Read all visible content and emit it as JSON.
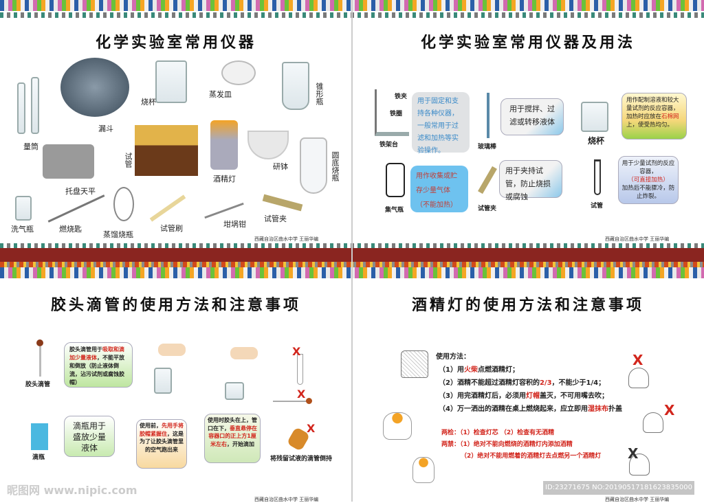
{
  "panel1": {
    "title": "化学实验室常用仪器",
    "labels": {
      "liangtong": "量筒",
      "loudou": "漏斗",
      "shaobei": "烧杯",
      "zhengfamin": "蒸发皿",
      "zhuixingping": "锥形瓶",
      "tuopan": "托盘天平",
      "shiguan": "试管",
      "jiujingdeng": "酒精灯",
      "yanbo": "研钵",
      "yuandi": "圆底烧瓶",
      "xiqiping": "洗气瓶",
      "ranshaochi": "燃烧匙",
      "zhengliu": "蒸馏烧瓶",
      "shiguanshua": "试管刷",
      "ganguoqian": "坩埚钳",
      "shiguanjia": "试管夹"
    },
    "credit": "西藏自治区曲水中学 王丽华编"
  },
  "panel2": {
    "title": "化学实验室常用仪器及用法",
    "tiejia": {
      "clip": "铁夹",
      "ring": "铁圈",
      "name": "铁架台",
      "desc": "用于固定和支持各种仪器，一般常用于过滤和加热等实验操作。"
    },
    "boli": {
      "name": "玻璃棒",
      "desc": "用于搅拌、过滤或转移液体"
    },
    "shaobei": {
      "name": "烧杯",
      "desc1": "用作配制溶液和较大量试剂的反应容器，加热时应放在",
      "red": "石棉网",
      "desc2": "上，使受热均匀。"
    },
    "jiqi": {
      "name": "集气瓶",
      "desc": "用作收集或贮存少量气体",
      "note": "（不能加热）"
    },
    "jia": {
      "name": "试管夹",
      "desc": "用于夹持试管，防止烧损或腐蚀"
    },
    "shiguan": {
      "name": "试管",
      "desc1": "用于少量试剂的反应容器，",
      "red": "（可直接加热）",
      "desc2": "加热后不能骤冷，防止炸裂。"
    },
    "credit": "西藏自治区曲水中学 王丽华编"
  },
  "panel3": {
    "title": "胶头滴管的使用方法和注意事项",
    "dropper": "胶头滴管",
    "bottle": "滴瓶",
    "box1": {
      "a": "胶头滴管用于",
      "red": "吸取和滴加少量液体",
      "b": "，不能平放和倒放（防止液体倒流，沾污试剂或腐蚀胶帽）"
    },
    "box2": "滴瓶用于盛放少量液体",
    "box3": {
      "a": "使用前，",
      "red": "先用手将胶帽紧握住",
      "b": "，这是为了让胶头滴管里的空气跑出来"
    },
    "box4": {
      "a": "使用时胶头在上，管口在下，",
      "red": "垂直悬停在容器口的正上方1厘米左右",
      "b": "，开始滴加"
    },
    "wrong": "X",
    "caption": "将残留试液的滴管倒持",
    "credit": "西藏自治区曲水中学 王丽华编"
  },
  "panel4": {
    "title": "酒精灯的使用方法和注意事项",
    "heading": "使用方法：",
    "steps": [
      {
        "a": "（1）用",
        "red": "火柴",
        "b": "点燃酒精灯；"
      },
      {
        "a": "（2）酒精不能超过酒精灯容积的",
        "red": "2/3",
        "b": "，不能少于1/4；"
      },
      {
        "a": "（3）用完酒精灯后，必须用",
        "red": "灯帽",
        "b": "盖灭，不可用嘴去吹；"
      },
      {
        "a": "（4）万一洒出的酒精在桌上燃烧起来，应立即用",
        "red": "湿抹布",
        "b": "扑盖"
      }
    ],
    "check": "两检：（1）检查灯芯 （2）检查有无酒精",
    "ban1": "两禁：（1）绝对不能向燃烧的酒精灯内添加酒精",
    "ban2": "（2）绝对不能用燃着的酒精灯去点燃另一个酒精灯",
    "wrong": "X",
    "credit": "西藏自治区曲水中学 王丽华编"
  },
  "watermark": "昵图网 www.nipic.com",
  "image_id": "ID:23271675 NO:20190517181623835000"
}
